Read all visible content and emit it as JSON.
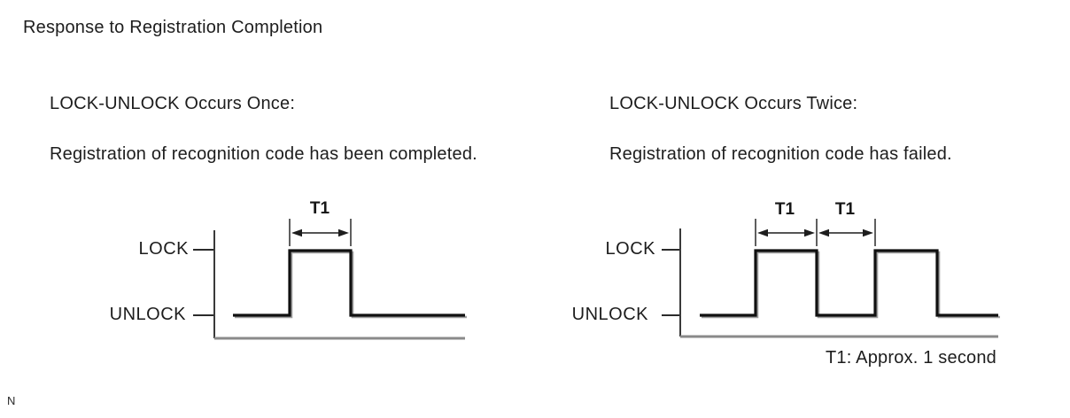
{
  "page": {
    "title": "Response to Registration Completion",
    "footnote_marker": "N"
  },
  "panels": [
    {
      "id": "once",
      "heading": "LOCK-UNLOCK Occurs Once:",
      "description": "Registration of recognition code has been completed.",
      "y_labels": {
        "high": "LOCK",
        "low": "UNLOCK"
      },
      "t1_labels": [
        "T1"
      ],
      "waveform": {
        "type": "timing",
        "levels_sequence": [
          "UNLOCK",
          "LOCK",
          "UNLOCK"
        ],
        "pulse_count": 1,
        "dimension": "T1 spans the single LOCK pulse width"
      }
    },
    {
      "id": "twice",
      "heading": "LOCK-UNLOCK Occurs Twice:",
      "description": "Registration of recognition code has failed.",
      "y_labels": {
        "high": "LOCK",
        "low": "UNLOCK"
      },
      "t1_labels": [
        "T1",
        "T1"
      ],
      "waveform": {
        "type": "timing",
        "levels_sequence": [
          "UNLOCK",
          "LOCK",
          "UNLOCK",
          "LOCK",
          "UNLOCK"
        ],
        "pulse_count": 2,
        "dimension": "first T1 spans first LOCK pulse, second T1 spans the UNLOCK gap before second pulse"
      }
    }
  ],
  "note": "T1: Approx. 1 second",
  "colors": {
    "text": "#1d1d1d",
    "waveform": "#101010",
    "axis": "#3a3a3a",
    "baseline": "#8a8a8a",
    "dimension": "#5f5f5f"
  }
}
